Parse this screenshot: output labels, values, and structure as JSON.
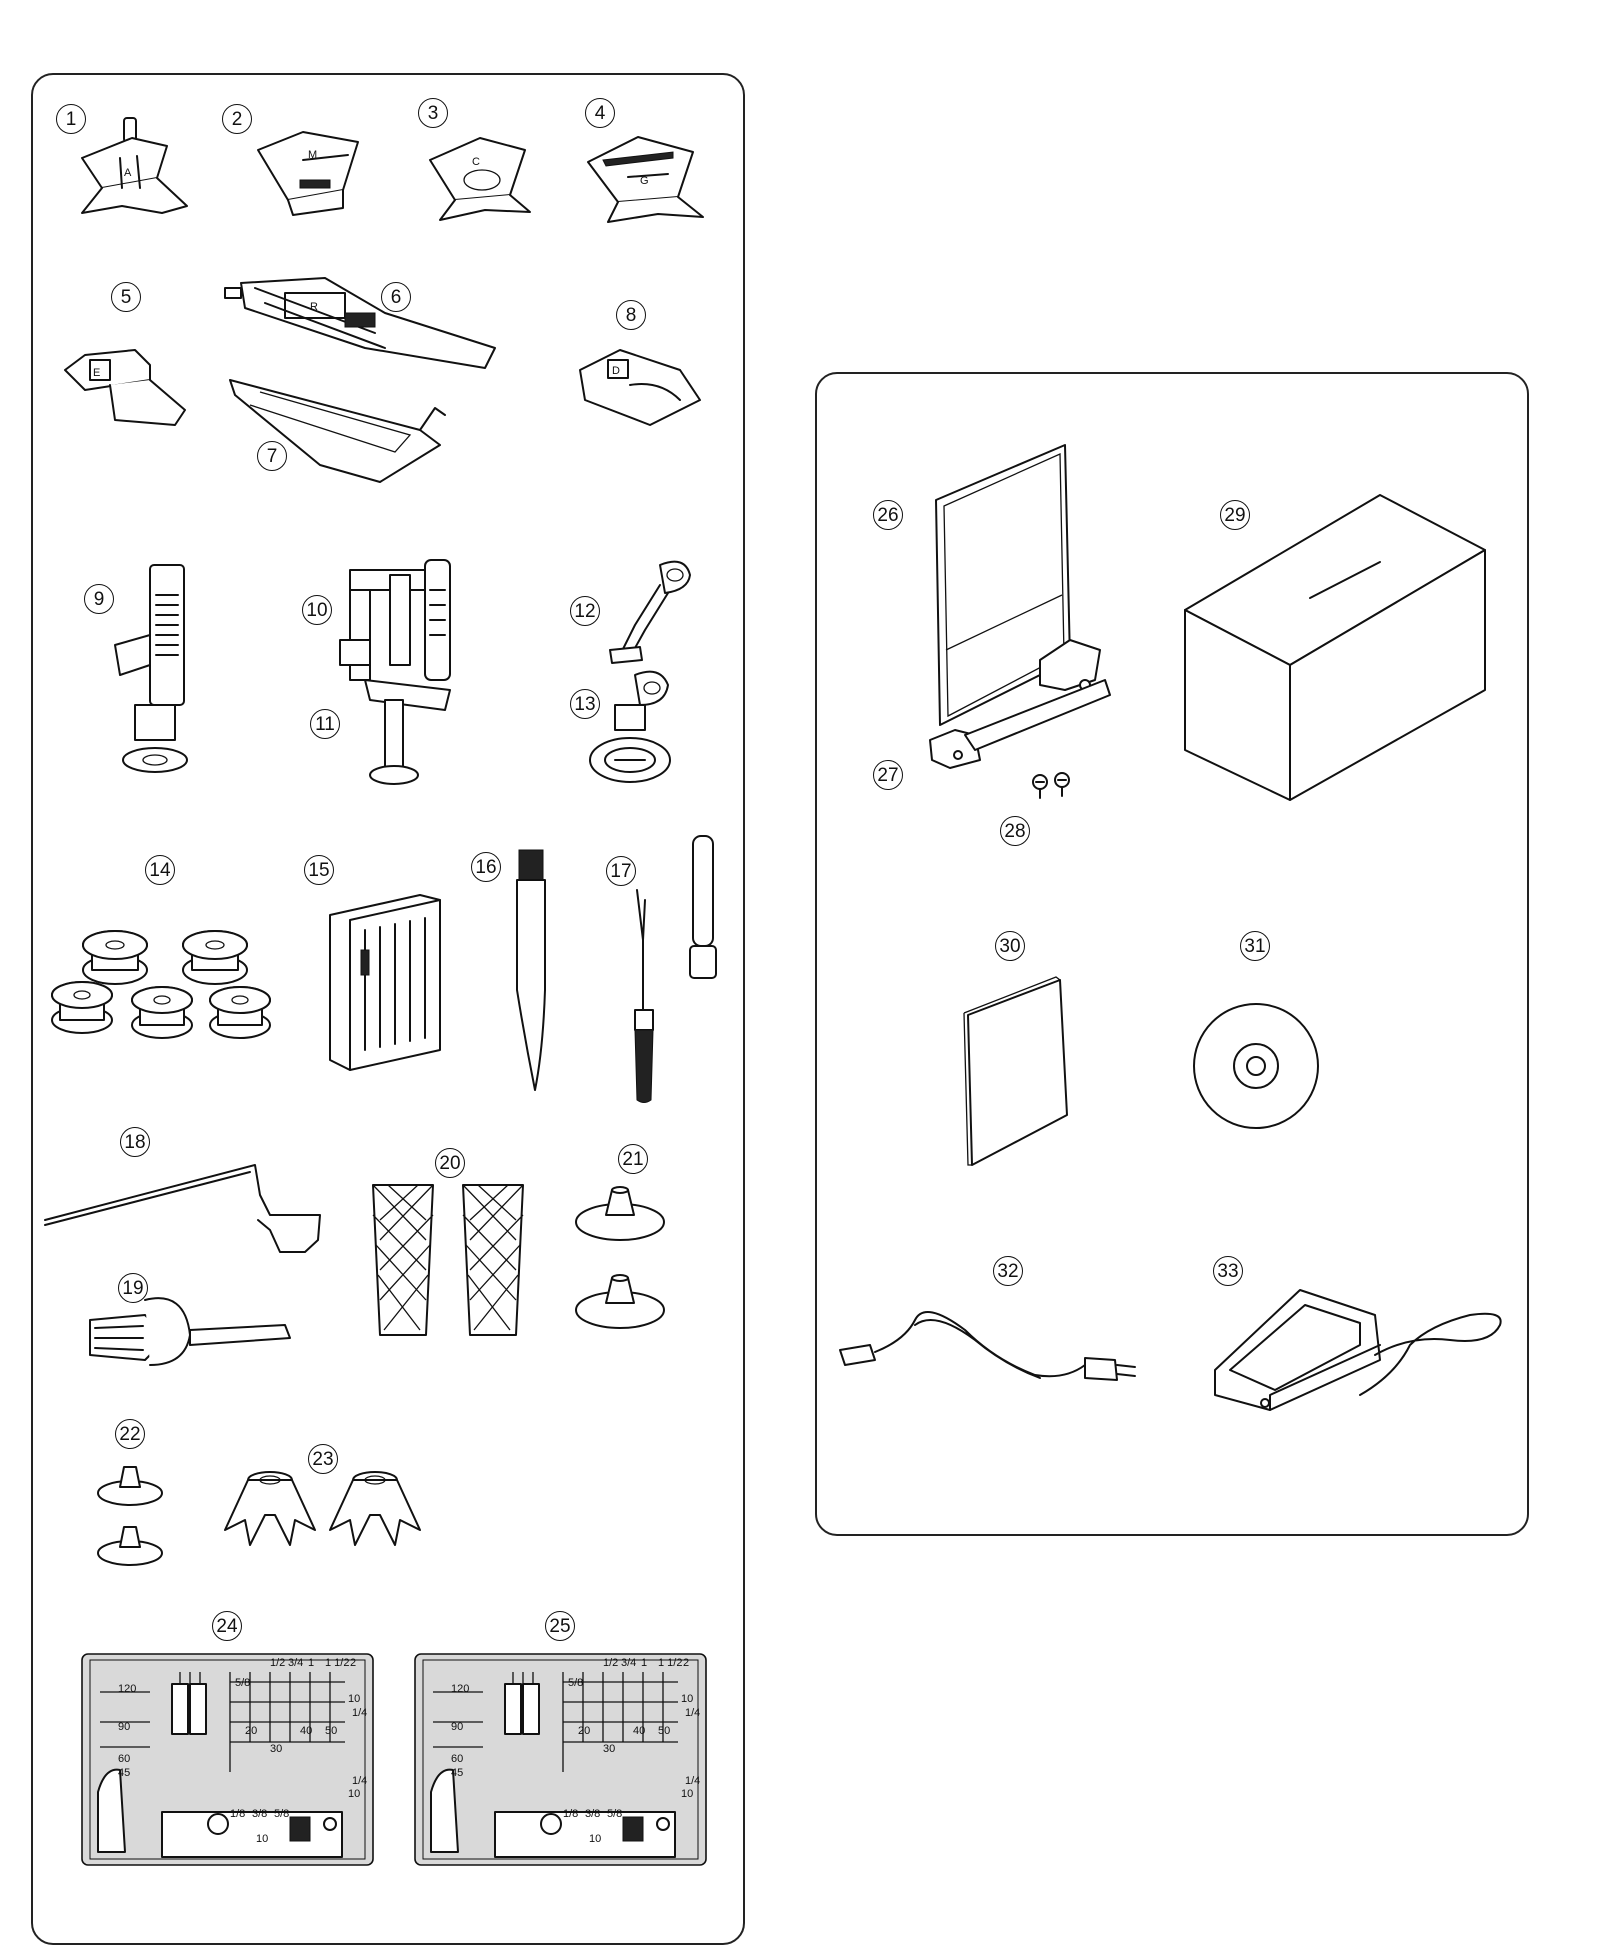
{
  "parts": [
    {
      "n": "1"
    },
    {
      "n": "2"
    },
    {
      "n": "3"
    },
    {
      "n": "4"
    },
    {
      "n": "5"
    },
    {
      "n": "6"
    },
    {
      "n": "7"
    },
    {
      "n": "8"
    },
    {
      "n": "9"
    },
    {
      "n": "10"
    },
    {
      "n": "11"
    },
    {
      "n": "12"
    },
    {
      "n": "13"
    },
    {
      "n": "14"
    },
    {
      "n": "15"
    },
    {
      "n": "16"
    },
    {
      "n": "17"
    },
    {
      "n": "18"
    },
    {
      "n": "19"
    },
    {
      "n": "20"
    },
    {
      "n": "21"
    },
    {
      "n": "22"
    },
    {
      "n": "23"
    },
    {
      "n": "24"
    },
    {
      "n": "25"
    },
    {
      "n": "26"
    },
    {
      "n": "27"
    },
    {
      "n": "28"
    },
    {
      "n": "29"
    },
    {
      "n": "30"
    },
    {
      "n": "31"
    },
    {
      "n": "32"
    },
    {
      "n": "33"
    }
  ],
  "foot_letters": {
    "a": "A",
    "m": "M",
    "c": "C",
    "g": "G",
    "e": "E",
    "r": "R",
    "d": "D"
  },
  "needle_plate": {
    "top_marks": [
      "1/2",
      "3/4",
      "1",
      "1 1/2",
      "2"
    ],
    "top_marks_b": [
      "5/8"
    ],
    "right_marks": [
      "10",
      "1/4",
      "1/4",
      "10"
    ],
    "left_marks": [
      "120",
      "90",
      "60",
      "45"
    ],
    "mid_marks": [
      "20",
      "40",
      "50",
      "30"
    ],
    "cover_marks": [
      "1/8",
      "3/8",
      "5/8",
      "10"
    ]
  }
}
